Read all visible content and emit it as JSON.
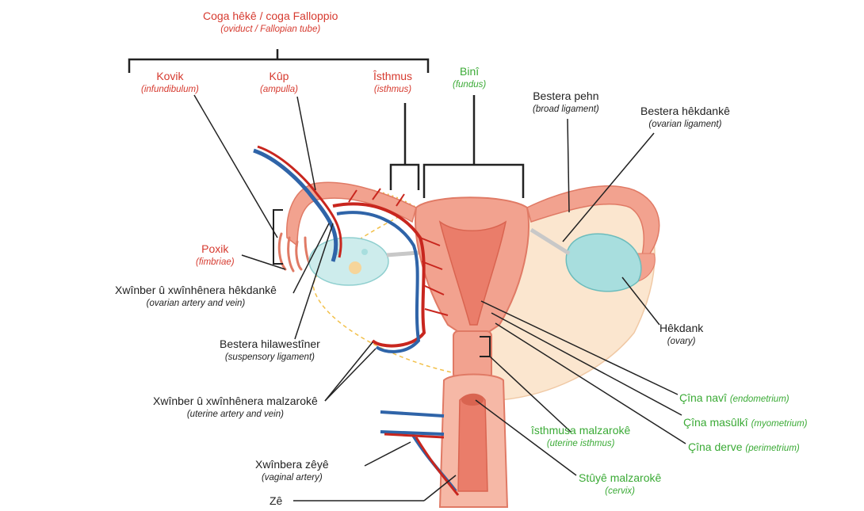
{
  "colors": {
    "red_label": "#d63a2f",
    "green_label": "#3aaa35",
    "black_label": "#222222",
    "tissue": "#f2a28f",
    "tissue_dark": "#e07a65",
    "ligament": "#fbe6cf",
    "ovary": "#a8dede",
    "artery": "#c8261e",
    "vein": "#2f64a8"
  },
  "labels": {
    "oviduct": {
      "main": "Coga hêkê / coga Falloppio",
      "sub": "(oviduct / Fallopian tube)"
    },
    "infundibulum": {
      "main": "Kovik",
      "sub": "(infundibulum)"
    },
    "ampulla": {
      "main": "Kûp",
      "sub": "(ampulla)"
    },
    "isthmus": {
      "main": "Îsthmus",
      "sub": "(isthmus)"
    },
    "fundus": {
      "main": "Binî",
      "sub": "(fundus)"
    },
    "broad_ligament": {
      "main": "Bestera pehn",
      "sub": "(broad ligament)"
    },
    "ovarian_ligament": {
      "main": "Bestera hêkdankê",
      "sub": "(ovarian ligament)"
    },
    "fimbriae": {
      "main": "Poxik",
      "sub": "(fimbriae)"
    },
    "ovarian_artery": {
      "main": "Xwînber û xwînhênera hêkdankê",
      "sub": "(ovarian artery and vein)"
    },
    "suspensory": {
      "main": "Bestera hilawestîner",
      "sub": "(suspensory ligament)"
    },
    "ovary": {
      "main": "Hêkdank",
      "sub": "(ovary)"
    },
    "endometrium": {
      "main": "Çîna navî ",
      "sub": "(endometrium)"
    },
    "myometrium": {
      "main": "Çîna masûlkî ",
      "sub": "(myometrium)"
    },
    "uterine_artery": {
      "main": "Xwînber û xwînhênera malzarokê",
      "sub": "(uterine artery and vein)"
    },
    "uterine_isthmus": {
      "main": "îsthmusa malzarokê",
      "sub": "(uterine isthmus)"
    },
    "perimetrium": {
      "main": "Çîna derve ",
      "sub": "(perimetrium)"
    },
    "vaginal_artery": {
      "main": "Xwînbera zêyê",
      "sub": "(vaginal artery)"
    },
    "cervix": {
      "main": "Stûyê malzarokê",
      "sub": "(cervix)"
    },
    "vagina": {
      "main": "Zê"
    }
  }
}
